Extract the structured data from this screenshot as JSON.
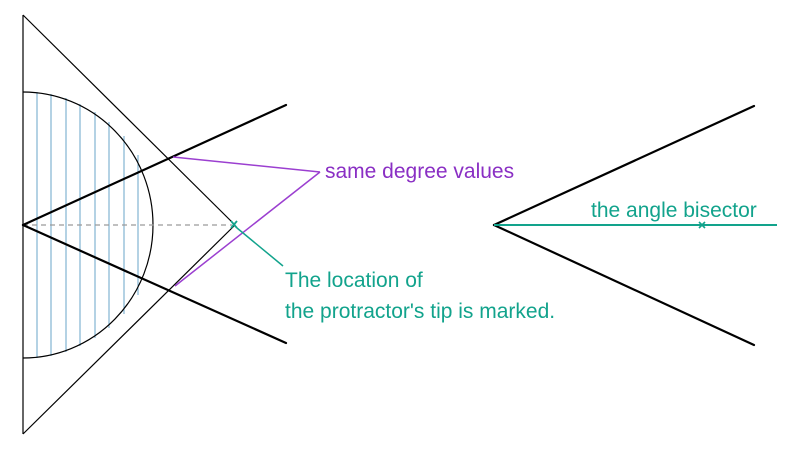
{
  "annotations": {
    "same_degree_values": "same degree values",
    "tip_location_line1": "The location of",
    "tip_location_line2": "the protractor's tip is marked.",
    "angle_bisector": "the angle bisector"
  },
  "colors": {
    "background": "#ffffff",
    "stroke": "#000000",
    "purple": "#9b3fd0",
    "purple_text": "#8a2fc4",
    "teal": "#12a38c",
    "hatch_blue": "#6aa5c8",
    "dashed_gray": "#9a9a9a"
  }
}
